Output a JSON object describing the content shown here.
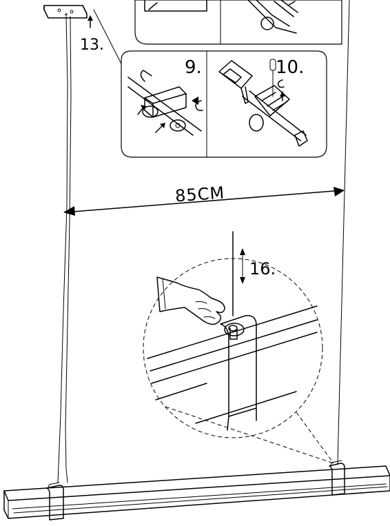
{
  "labels": {
    "step_13": "13.",
    "step_9": "9.",
    "step_10": "10.",
    "step_16": "16.",
    "dimension": "85CM"
  }
}
